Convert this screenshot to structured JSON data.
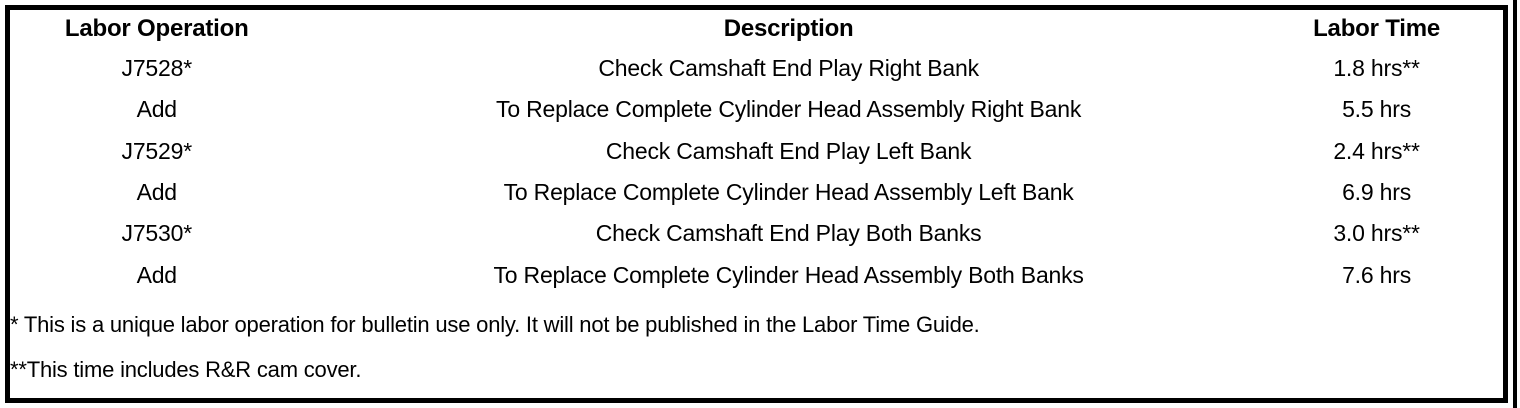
{
  "table": {
    "columns": [
      {
        "key": "labor_operation",
        "label": "Labor Operation"
      },
      {
        "key": "description",
        "label": "Description"
      },
      {
        "key": "labor_time",
        "label": "Labor Time"
      },
      {
        "key": "spacer",
        "label": ""
      }
    ],
    "rows": [
      {
        "labor_operation": "J7528*",
        "description": "Check Camshaft End Play Right Bank",
        "labor_time": "1.8 hrs**"
      },
      {
        "labor_operation": "Add",
        "description": "To Replace Complete Cylinder Head Assembly Right Bank",
        "labor_time": "5.5 hrs"
      },
      {
        "labor_operation": "J7529*",
        "description": "Check Camshaft End Play Left Bank",
        "labor_time": "2.4 hrs**"
      },
      {
        "labor_operation": "Add",
        "description": "To Replace Complete Cylinder Head Assembly Left Bank",
        "labor_time": "6.9 hrs"
      },
      {
        "labor_operation": "J7530*",
        "description": "Check Camshaft End Play Both Banks",
        "labor_time": "3.0 hrs**"
      },
      {
        "labor_operation": "Add",
        "description": "To Replace Complete Cylinder Head Assembly Both Banks",
        "labor_time": "7.6 hrs"
      }
    ],
    "footnotes": {
      "single_asterisk": "* This is a unique labor operation for bulletin use only. It will not be published in the Labor Time Guide.",
      "double_asterisk": "**This time includes R&R cam cover."
    }
  },
  "colors": {
    "ink": "#000000",
    "paper": "#ffffff"
  }
}
